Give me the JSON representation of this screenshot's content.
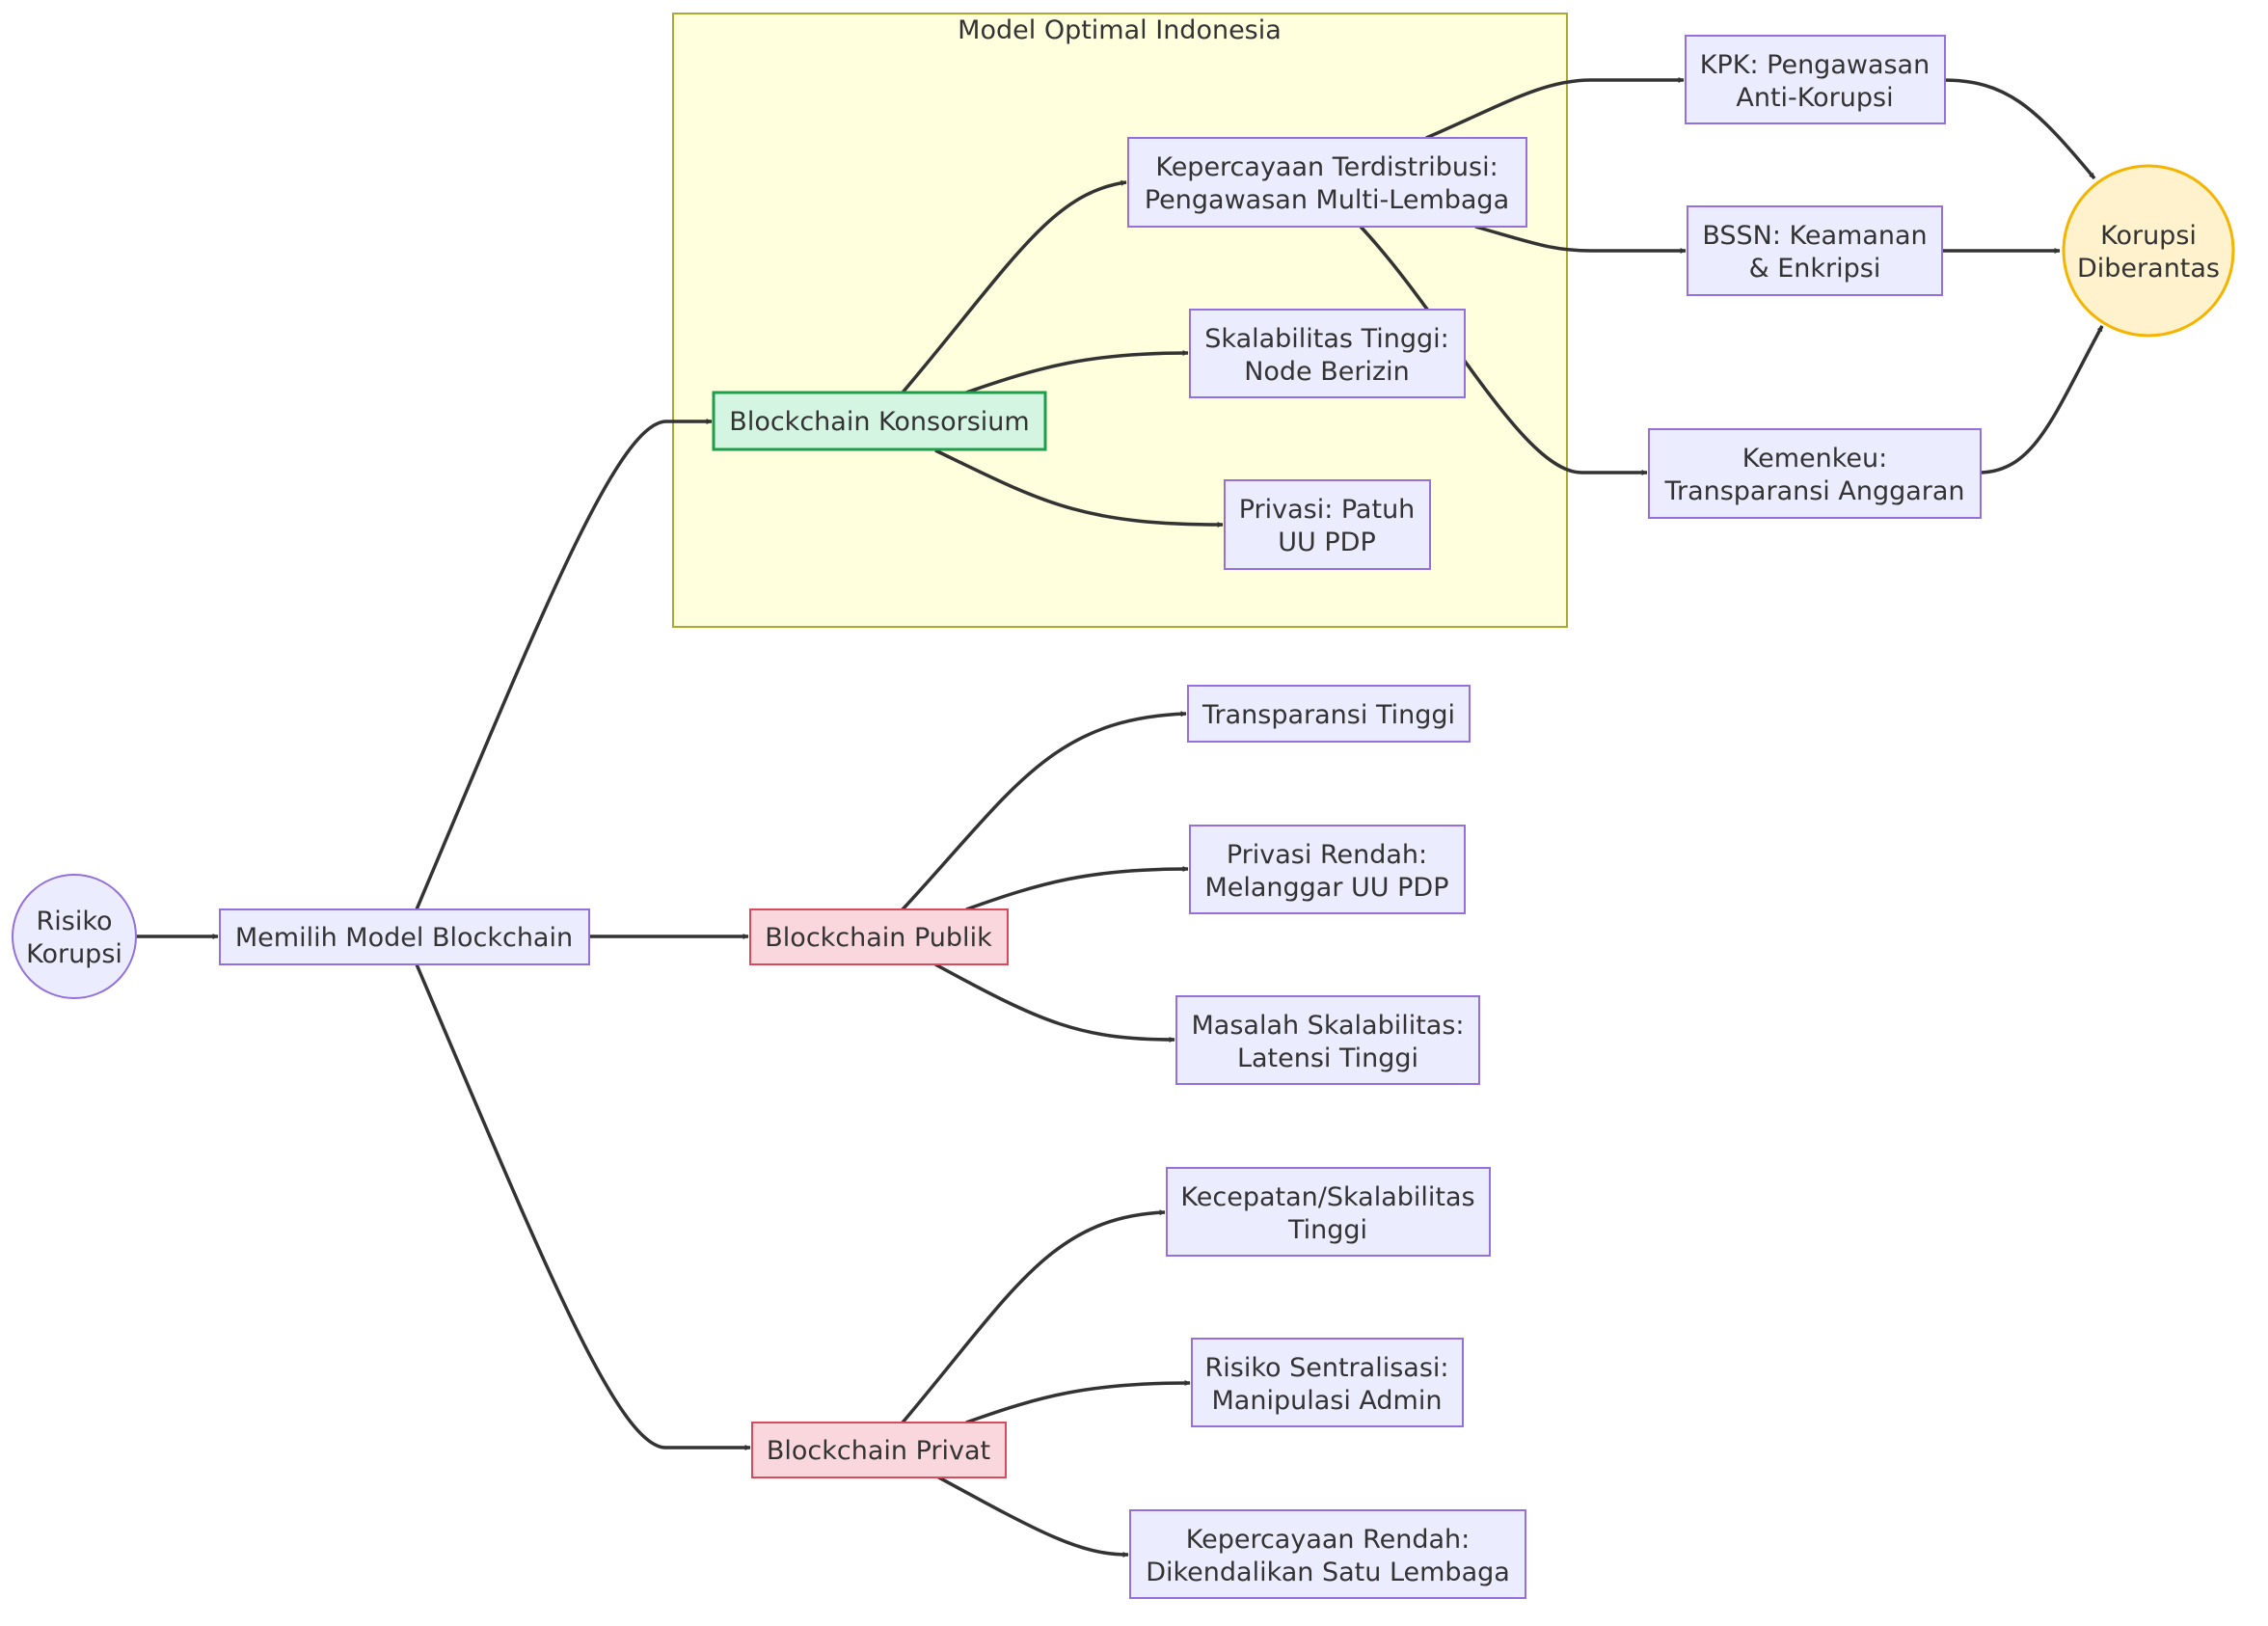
{
  "cluster": {
    "title": "Model Optimal Indonesia"
  },
  "nodes": {
    "risiko": [
      "Risiko",
      "Korupsi"
    ],
    "memilih": [
      "Memilih Model Blockchain"
    ],
    "konsorsium": [
      "Blockchain Konsorsium"
    ],
    "publik": [
      "Blockchain Publik"
    ],
    "privat": [
      "Blockchain Privat"
    ],
    "kepercayaan_terdistribusi": [
      "Kepercayaan Terdistribusi:",
      "Pengawasan Multi-Lembaga"
    ],
    "skalabilitas_tinggi": [
      "Skalabilitas Tinggi:",
      "Node Berizin"
    ],
    "privasi_patuh": [
      "Privasi: Patuh",
      "UU PDP"
    ],
    "kpk": [
      "KPK: Pengawasan",
      "Anti-Korupsi"
    ],
    "bssn": [
      "BSSN: Keamanan",
      "& Enkripsi"
    ],
    "kemenkeu": [
      "Kemenkeu:",
      "Transparansi Anggaran"
    ],
    "korupsi_diberantas": [
      "Korupsi",
      "Diberantas"
    ],
    "transparansi_tinggi": [
      "Transparansi Tinggi"
    ],
    "privasi_rendah": [
      "Privasi Rendah:",
      "Melanggar UU PDP"
    ],
    "masalah_skalabilitas": [
      "Masalah Skalabilitas:",
      "Latensi Tinggi"
    ],
    "kecepatan": [
      "Kecepatan/Skalabilitas",
      "Tinggi"
    ],
    "risiko_sentralisasi": [
      "Risiko Sentralisasi:",
      "Manipulasi Admin"
    ],
    "kepercayaan_rendah": [
      "Kepercayaan Rendah:",
      "Dikendalikan Satu Lembaga"
    ]
  },
  "edges": [
    [
      "risiko",
      "memilih"
    ],
    [
      "memilih",
      "konsorsium"
    ],
    [
      "memilih",
      "publik"
    ],
    [
      "memilih",
      "privat"
    ],
    [
      "konsorsium",
      "kepercayaan_terdistribusi"
    ],
    [
      "konsorsium",
      "skalabilitas_tinggi"
    ],
    [
      "konsorsium",
      "privasi_patuh"
    ],
    [
      "kepercayaan_terdistribusi",
      "kpk"
    ],
    [
      "kepercayaan_terdistribusi",
      "bssn"
    ],
    [
      "kepercayaan_terdistribusi",
      "kemenkeu"
    ],
    [
      "kpk",
      "korupsi_diberantas"
    ],
    [
      "bssn",
      "korupsi_diberantas"
    ],
    [
      "kemenkeu",
      "korupsi_diberantas"
    ],
    [
      "publik",
      "transparansi_tinggi"
    ],
    [
      "publik",
      "privasi_rendah"
    ],
    [
      "publik",
      "masalah_skalabilitas"
    ],
    [
      "privat",
      "kecepatan"
    ],
    [
      "privat",
      "risiko_sentralisasi"
    ],
    [
      "privat",
      "kepercayaan_rendah"
    ]
  ],
  "colors": {
    "default_fill": "#ECECFF",
    "default_stroke": "#9370DB",
    "recommended_fill": "#D5F5E3",
    "recommended_stroke": "#1E9E4A",
    "rejected_fill": "#FAD7DC",
    "rejected_stroke": "#D94A5A",
    "goal_fill": "#FFF2CC",
    "goal_stroke": "#F4B400",
    "cluster_fill": "#FFFFDE",
    "cluster_stroke": "#AAAA33"
  }
}
